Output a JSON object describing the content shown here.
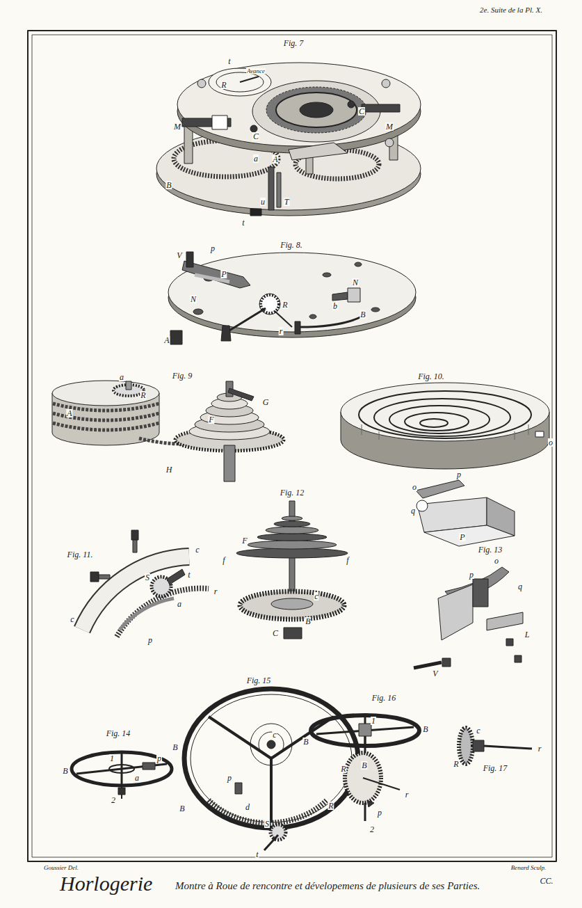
{
  "diagram": {
    "title": "Horlogerie",
    "caption": "Montre à Roue de rencontre et dévelopemens de plusieurs de ses Parties.",
    "labels": [
      "2e. Suite de la Pl. X.",
      "Fig. 7",
      "t",
      "R",
      "Avance",
      "C",
      "M",
      "M",
      "C",
      "a",
      "A",
      "B",
      "T",
      "u",
      "t",
      "Fig. 8.",
      "V",
      "p",
      "P",
      "N",
      "N",
      "R",
      "b",
      "B",
      "A",
      "r",
      "Fig. 9",
      "a",
      "R",
      "A",
      "G",
      "F",
      "H",
      "Fig. 10.",
      "o",
      "Fig. 11.",
      "c",
      "S",
      "t",
      "r",
      "a",
      "p",
      "c",
      "Fig. 12",
      "F",
      "f",
      "f",
      "c",
      "B",
      "C",
      "o",
      "p",
      "q",
      "P",
      "Fig. 13",
      "o",
      "p",
      "q",
      "L",
      "V",
      "Fig. 14",
      "B",
      "B",
      "1",
      "a",
      "p",
      "2",
      "Fig. 15",
      "B",
      "B",
      "c",
      "p",
      "d",
      "R",
      "S",
      "t",
      "Fig. 16",
      "B",
      "B",
      "1",
      "R",
      "p",
      "r",
      "2",
      "Fig. 17",
      "R",
      "c",
      "r",
      "Goussier Del.",
      "Benard Sculp.",
      "CC."
    ]
  }
}
